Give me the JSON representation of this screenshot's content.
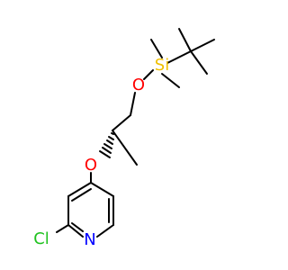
{
  "molecule": {
    "atoms": {
      "O_top": {
        "symbol": "O",
        "color": "#ff0000"
      },
      "Si": {
        "symbol": "Si",
        "color": "#f0c000"
      },
      "O_mid": {
        "symbol": "O",
        "color": "#ff0000"
      },
      "Cl": {
        "symbol": "Cl",
        "color": "#1fc21f"
      },
      "N": {
        "symbol": "N",
        "color": "#0000ff"
      }
    },
    "stereocenter": {
      "wedge": "hashed"
    }
  }
}
